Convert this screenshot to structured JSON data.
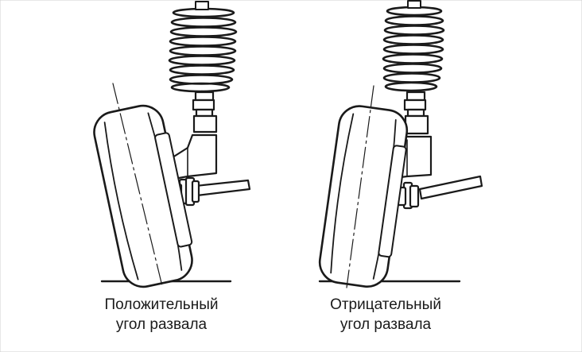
{
  "figures": [
    {
      "id": "positive-camber",
      "caption_line1": "Положительный",
      "caption_line2": "угол развала"
    },
    {
      "id": "negative-camber",
      "caption_line1": "Отрицательный",
      "caption_line2": "угол развала"
    }
  ],
  "colors": {
    "background": "#ffffff",
    "stroke": "#1a1a1a"
  }
}
